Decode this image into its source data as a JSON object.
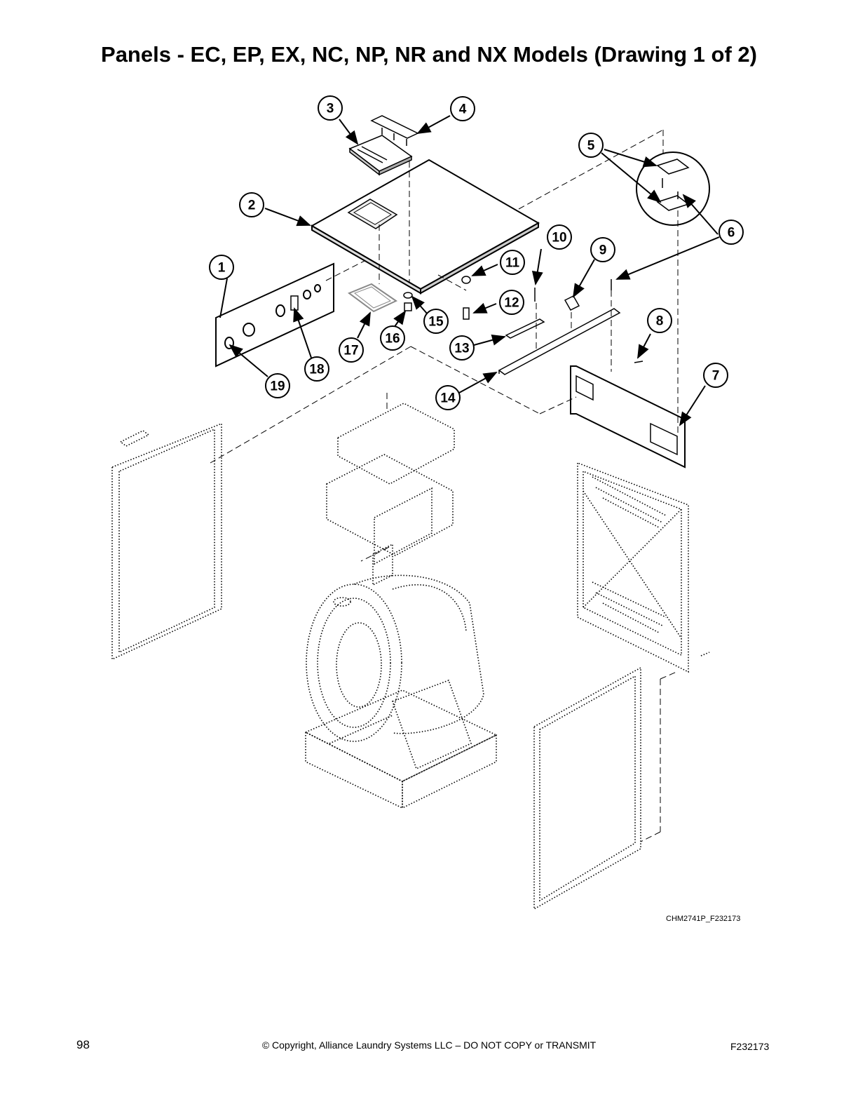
{
  "title": "Panels - EC, EP, EX, NC, NP, NR and NX Models (Drawing 1 of 2)",
  "figure_id": "CHM2741P_F232173",
  "footer": {
    "page_number": "98",
    "copyright": "© Copyright, Alliance Laundry Systems LLC – DO NOT COPY or TRANSMIT",
    "code": "F232173"
  },
  "callouts": [
    "1",
    "2",
    "3",
    "4",
    "5",
    "6",
    "7",
    "8",
    "9",
    "10",
    "11",
    "12",
    "13",
    "14",
    "15",
    "16",
    "17",
    "18",
    "19"
  ]
}
